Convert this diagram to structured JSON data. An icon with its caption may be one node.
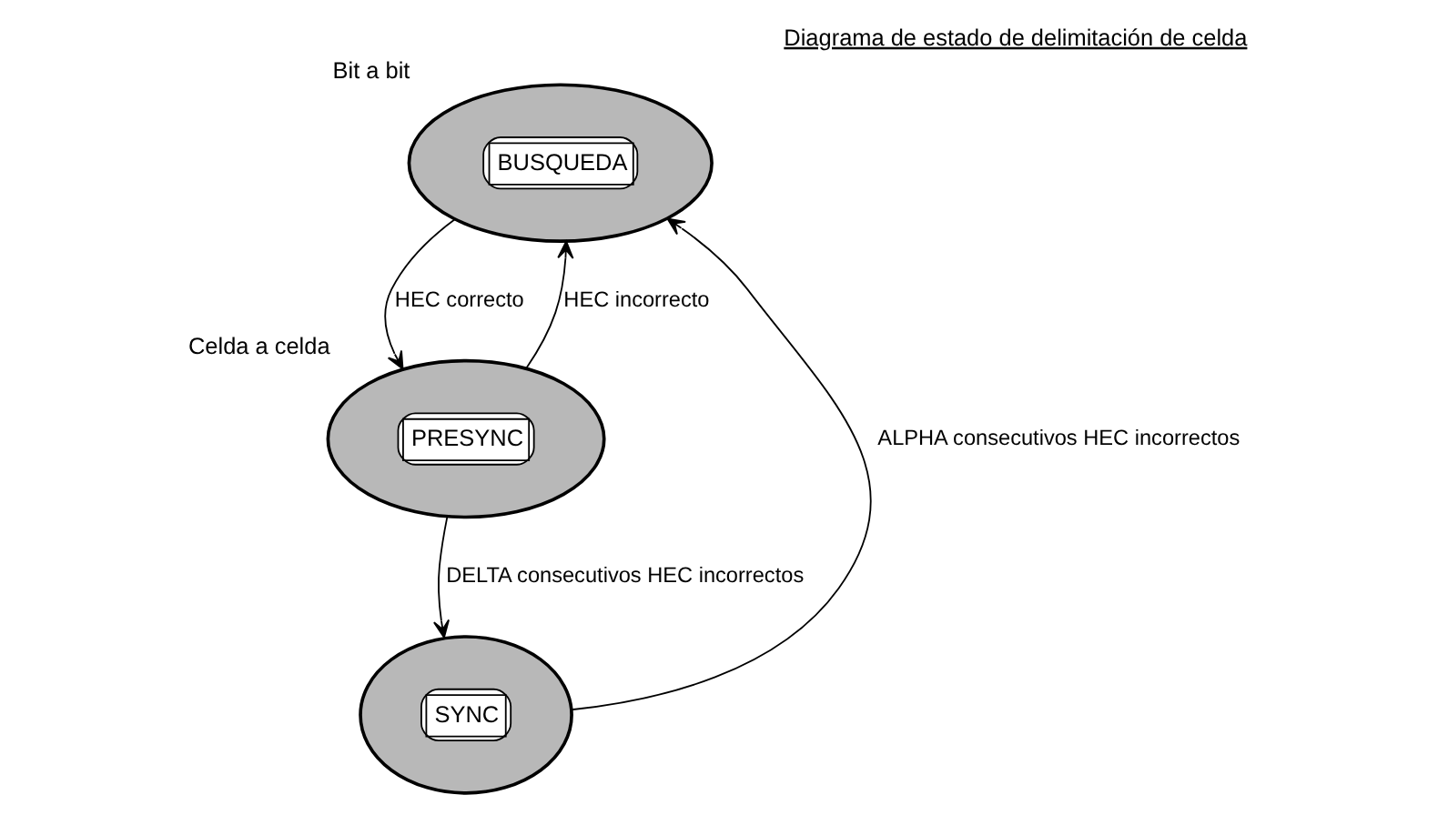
{
  "diagram": {
    "title": "Diagrama de estado de delimitación de celda",
    "nodes": [
      {
        "text": [
          "BUSQUEDA"
        ],
        "beside": [
          "Bit a bit"
        ]
      },
      {
        "text": [
          "PRESYNC"
        ],
        "beside": [
          "Celda a celda"
        ]
      },
      {
        "text": [
          "SYNC"
        ]
      }
    ],
    "edges": [
      {
        "from": 0,
        "to": 1,
        "arrow": "to",
        "label": "HEC correcto"
      },
      {
        "from": 1,
        "to": 0,
        "arrow": "to",
        "label": "HEC incorrecto"
      },
      {
        "from": 1,
        "to": 2,
        "arrow": "to",
        "label": "DELTA consecutivos HEC incorrectos"
      },
      {
        "from": 2,
        "to": 0,
        "arrow": "to",
        "label": "ALPHA consecutivos HEC incorrectos"
      }
    ]
  }
}
